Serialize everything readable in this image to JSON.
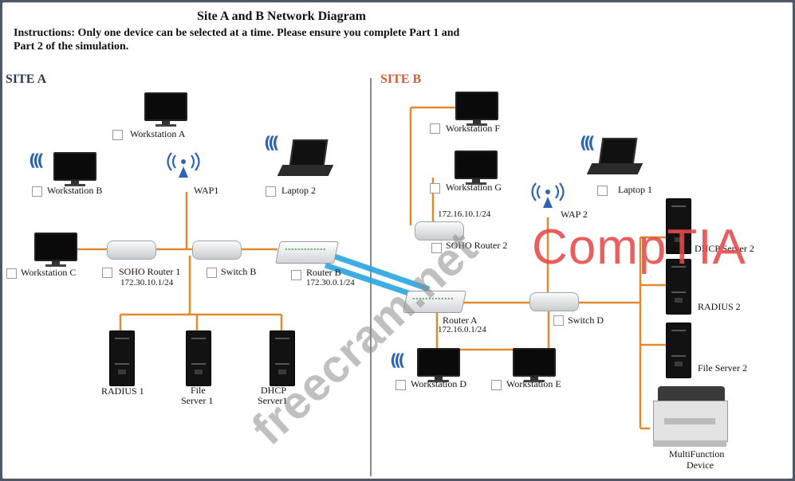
{
  "title": "Site A and B Network Diagram",
  "instructions_line1": "Instructions: Only one device can be selected at a time. Please ensure you complete Part 1 and",
  "instructions_line2": "Part 2 of the simulation.",
  "site_a": "SITE A",
  "site_b": "SITE B",
  "devices": {
    "workstation_a": "Workstation A",
    "workstation_b": "Workstation B",
    "workstation_c": "Workstation C",
    "wap1": "WAP1",
    "laptop2": "Laptop 2",
    "soho_router1": "SOHO Router 1",
    "soho_router1_ip": "172.30.10.1/24",
    "switch_b": "Switch B",
    "router_b": "Router B",
    "router_b_ip": "172.30.0.1/24",
    "radius1": "RADIUS 1",
    "file_server1_l1": "File",
    "file_server1_l2": "Server 1",
    "dhcp_server1_l1": "DHCP",
    "dhcp_server1_l2": "Server1",
    "workstation_f": "Workstation F",
    "workstation_g": "Workstation G",
    "soho_router2_ip": "172.16.10.1/24",
    "soho_router2": "SOHO Router 2",
    "wap2": "WAP 2",
    "laptop1": "Laptop 1",
    "dhcp_server2": "DHCP Server 2",
    "radius2": "RADIUS 2",
    "file_server2": "File Server 2",
    "router_a": "Router A",
    "router_a_ip": "172.16.0.1/24",
    "switch_d": "Switch D",
    "workstation_d": "Workstation D",
    "workstation_e": "Workstation E",
    "mfd_l1": "MultiFunction",
    "mfd_l2": "Device"
  },
  "watermark": "freecram.net",
  "brand": "CompTIA",
  "colors": {
    "wire": "#e0892e",
    "wan_link": "#2aa5e0",
    "wifi": "#2f63b6",
    "site_b": "#c9603a"
  }
}
